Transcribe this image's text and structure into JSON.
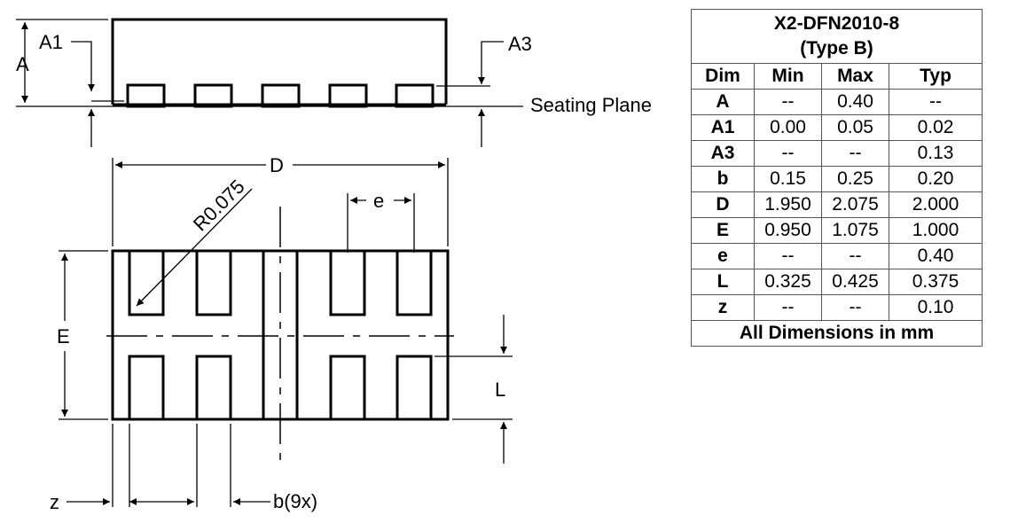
{
  "drawing": {
    "labels": {
      "A": "A",
      "A1": "A1",
      "A3": "A3",
      "seating_plane": "Seating Plane",
      "D": "D",
      "radius": "R0.075",
      "e": "e",
      "E": "E",
      "L": "L",
      "z": "z",
      "b": "b(9x)"
    }
  },
  "table": {
    "title_line1": "X2-DFN2010-8",
    "title_line2": "(Type B)",
    "headers": [
      "Dim",
      "Min",
      "Max",
      "Typ"
    ],
    "rows": [
      [
        "A",
        "--",
        "0.40",
        "--"
      ],
      [
        "A1",
        "0.00",
        "0.05",
        "0.02"
      ],
      [
        "A3",
        "--",
        "--",
        "0.13"
      ],
      [
        "b",
        "0.15",
        "0.25",
        "0.20"
      ],
      [
        "D",
        "1.950",
        "2.075",
        "2.000"
      ],
      [
        "E",
        "0.950",
        "1.075",
        "1.000"
      ],
      [
        "e",
        "--",
        "--",
        "0.40"
      ],
      [
        "L",
        "0.325",
        "0.425",
        "0.375"
      ],
      [
        "z",
        "--",
        "--",
        "0.10"
      ]
    ],
    "footer": "All Dimensions in mm"
  }
}
